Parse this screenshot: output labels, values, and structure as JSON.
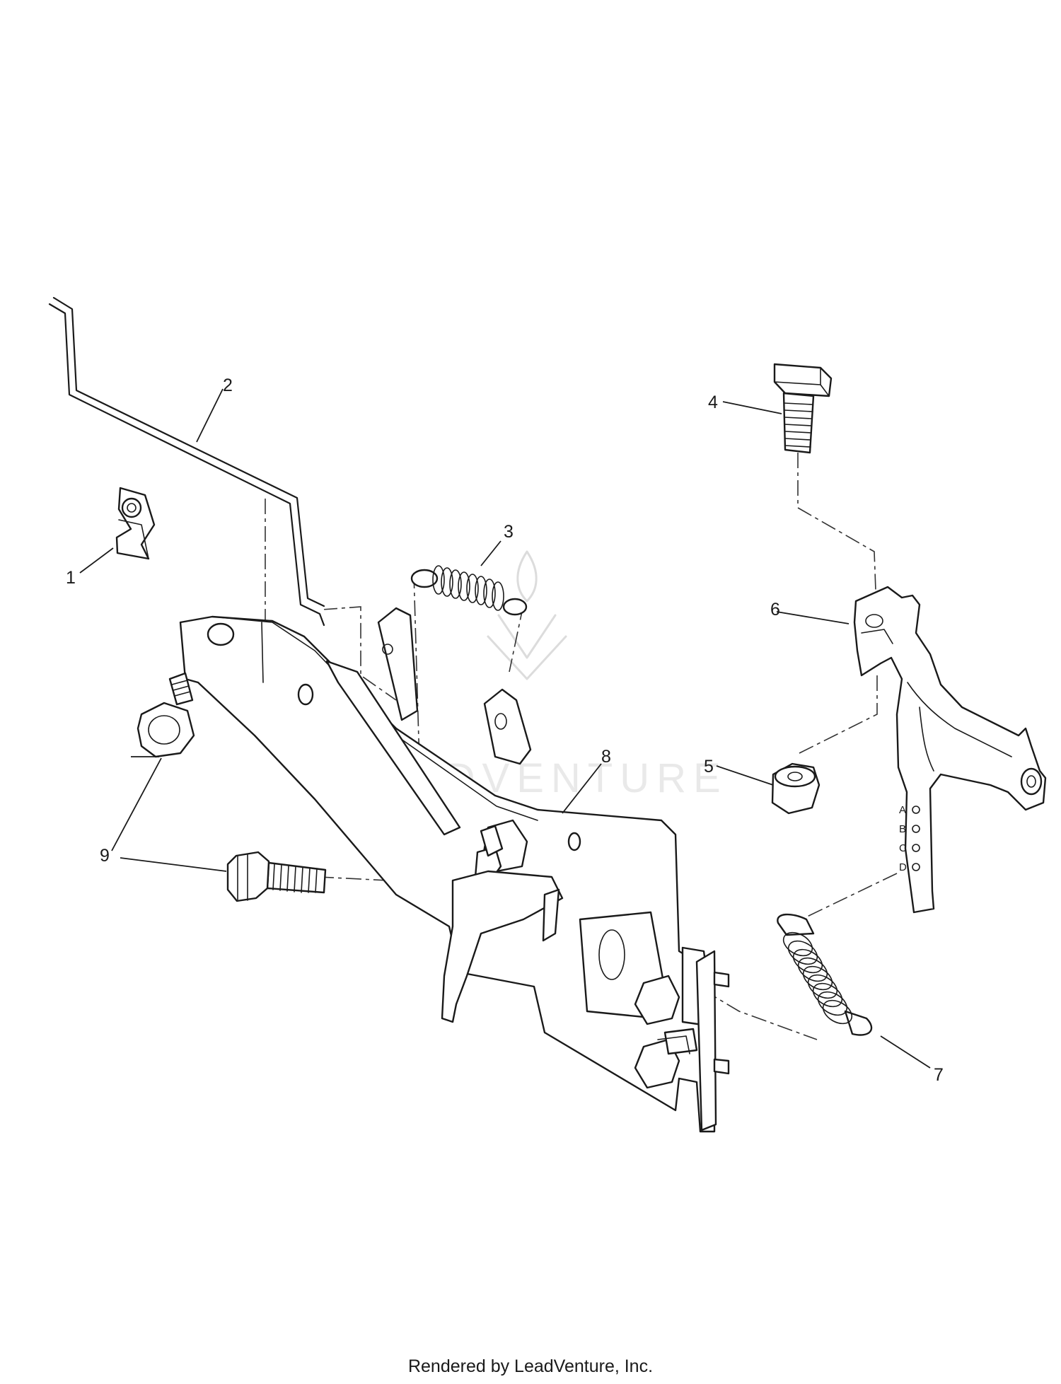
{
  "diagram": {
    "callouts": [
      "1",
      "2",
      "3",
      "4",
      "5",
      "6",
      "7",
      "8",
      "9"
    ],
    "adjust_holes": [
      "A",
      "B",
      "C",
      "D"
    ],
    "watermark": "LEADVENTURE"
  },
  "footer": {
    "text": "Rendered by LeadVenture, Inc."
  }
}
